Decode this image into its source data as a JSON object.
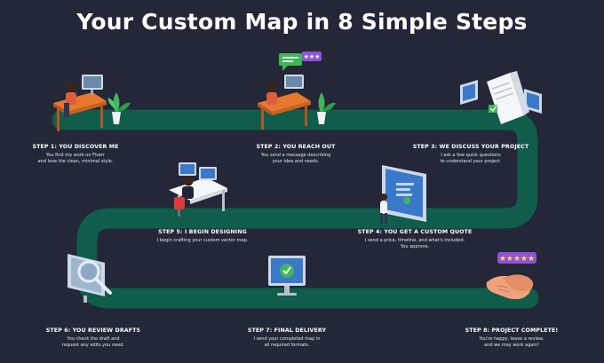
{
  "title": "Your Custom Map in 8 Simple Steps",
  "colors": {
    "background": "#232737",
    "path": "#0f5d4a",
    "accent_purple": "#8e52d8",
    "accent_green": "#3fb65a"
  },
  "steps": [
    {
      "title": "STEP 1: YOU DISCOVER ME",
      "desc_lines": [
        "You find my work on Fiverr",
        "and love the clean, minimal style."
      ],
      "icon": "desk-workstation-icon"
    },
    {
      "title": "STEP 2: YOU REACH OUT",
      "desc_lines": [
        "You send a message describing",
        "your idea and needs."
      ],
      "icon": "message-desk-icon"
    },
    {
      "title": "STEP 3: WE DISCUSS YOUR PROJECT",
      "desc_lines": [
        "I ask a few quick questions",
        "to understand your project."
      ],
      "icon": "document-monitors-icon"
    },
    {
      "title": "STEP 4: YOU GET A CUSTOM QUOTE",
      "desc_lines": [
        "I send a price, timeline, and what's included.",
        "You approve."
      ],
      "icon": "quote-screen-icon"
    },
    {
      "title": "STEP 5: I BEGIN DESIGNING",
      "desc_lines": [
        "I begin crafting your custom vector map."
      ],
      "icon": "designer-desk-icon"
    },
    {
      "title": "STEP 6: YOU REVIEW DRAFTS",
      "desc_lines": [
        "You check the draft and",
        "request any edits you need."
      ],
      "icon": "magnifier-monitor-icon"
    },
    {
      "title": "STEP 7: FINAL DELIVERY",
      "desc_lines": [
        "I send your completed map in",
        "all required formats."
      ],
      "icon": "check-monitor-icon"
    },
    {
      "title": "STEP 8: PROJECT COMPLETE!",
      "desc_lines": [
        "You're happy, leave a review,",
        "and we may work again!"
      ],
      "icon": "handshake-stars-icon"
    }
  ]
}
